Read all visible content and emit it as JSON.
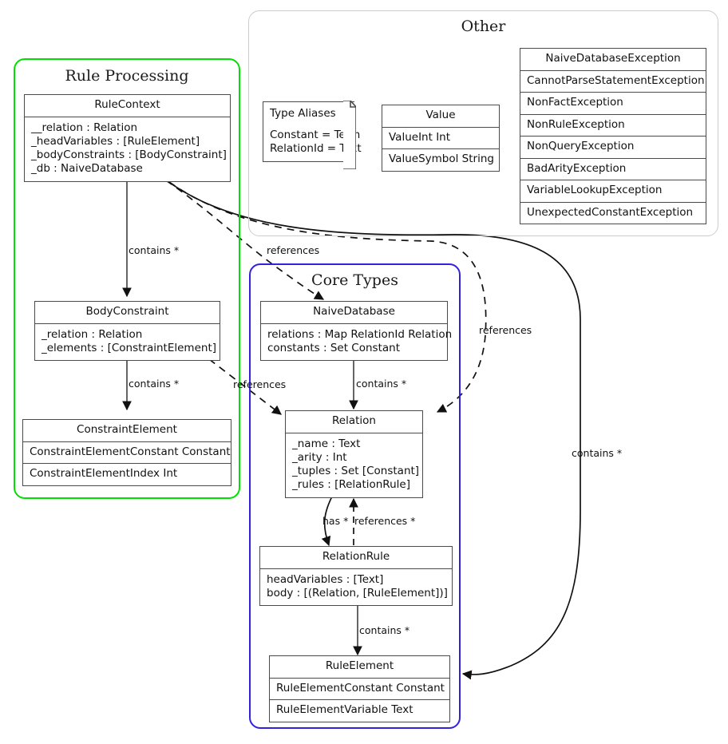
{
  "diagram": {
    "title_font_style": "serif",
    "colors": {
      "rule_processing_border": "#00e000",
      "core_types_border": "#3322dd",
      "other_border": "#cccccc",
      "class_border": "#4a4a4a",
      "edge": "#111111",
      "background": "#ffffff"
    }
  },
  "packages": {
    "rule_processing": {
      "title": "Rule Processing"
    },
    "other": {
      "title": "Other"
    },
    "core_types": {
      "title": "Core Types"
    }
  },
  "classes": {
    "rule_context": {
      "name": "RuleContext",
      "attrs": [
        "__relation : Relation",
        "_headVariables : [RuleElement]",
        "_bodyConstraints : [BodyConstraint]",
        "_db : NaiveDatabase"
      ]
    },
    "body_constraint": {
      "name": "BodyConstraint",
      "attrs": [
        "_relation : Relation",
        "_elements : [ConstraintElement]"
      ]
    },
    "constraint_element": {
      "name": "ConstraintElement",
      "rows": [
        "ConstraintElementConstant Constant",
        "ConstraintElementIndex Int"
      ]
    },
    "naive_database": {
      "name": "NaiveDatabase",
      "attrs": [
        "relations : Map RelationId Relation",
        "constants : Set Constant"
      ]
    },
    "relation": {
      "name": "Relation",
      "attrs": [
        "_name : Text",
        "_arity : Int",
        "_tuples : Set [Constant]",
        "_rules : [RelationRule]"
      ]
    },
    "relation_rule": {
      "name": "RelationRule",
      "attrs": [
        "headVariables : [Text]",
        "body : [(Relation, [RuleElement])]"
      ]
    },
    "rule_element": {
      "name": "RuleElement",
      "rows": [
        "RuleElementConstant Constant",
        "RuleElementVariable Text"
      ]
    },
    "value": {
      "name": "Value",
      "rows": [
        "ValueInt Int",
        "ValueSymbol String"
      ]
    },
    "exceptions": {
      "name": "NaiveDatabaseException",
      "rows": [
        "CannotParseStatementException",
        "NonFactException",
        "NonRuleException",
        "NonQueryException",
        "BadArityException",
        "VariableLookupException",
        "UnexpectedConstantException"
      ]
    }
  },
  "notes": {
    "type_aliases": {
      "title": "Type Aliases",
      "lines": [
        "Constant = Term",
        "RelationId = Text"
      ]
    }
  },
  "edge_labels": {
    "rulecontext_to_bodyconstraint": "contains *",
    "rulecontext_to_naivedatabase": "references",
    "rulecontext_to_relation": "references",
    "bodyconstraint_to_constraintelement": "contains *",
    "bodyconstraint_to_relation": "references",
    "naivedatabase_to_relation": "contains *",
    "relation_to_relationrule_has": "has *",
    "relationrule_to_relation_references": "references *",
    "relationrule_to_ruleelement": "contains *",
    "rulecontext_to_ruleelement": "contains *"
  }
}
